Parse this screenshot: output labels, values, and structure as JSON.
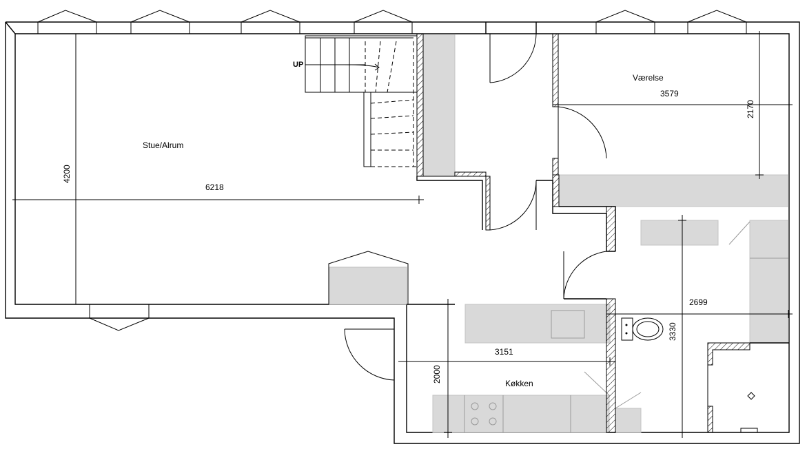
{
  "rooms": {
    "living": "Stue/Alrum",
    "bedroom": "Værelse",
    "kitchen": "Køkken"
  },
  "dimensions": {
    "living_width": "6218",
    "living_height": "4200",
    "bedroom_width": "3579",
    "bedroom_height": "2170",
    "kitchen_width": "3151",
    "kitchen_height": "2000",
    "bath_width": "2699",
    "bath_height": "3330"
  },
  "stair": {
    "label": "UP"
  }
}
